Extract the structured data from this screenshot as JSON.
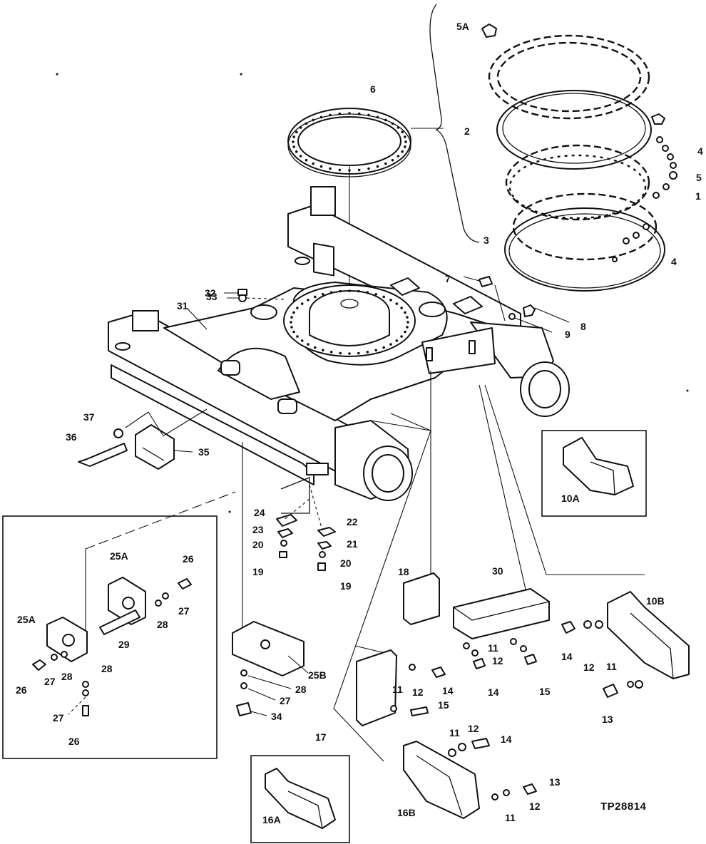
{
  "figure_ref": "TP28814",
  "callouts": [
    {
      "key": "c5A",
      "label": "5A"
    },
    {
      "key": "c6",
      "label": "6"
    },
    {
      "key": "c2",
      "label": "2"
    },
    {
      "key": "c4a",
      "label": "4"
    },
    {
      "key": "c5",
      "label": "5"
    },
    {
      "key": "c1",
      "label": "1"
    },
    {
      "key": "c4b",
      "label": "4"
    },
    {
      "key": "c3",
      "label": "3"
    },
    {
      "key": "c7",
      "label": "7"
    },
    {
      "key": "c33",
      "label": "33"
    },
    {
      "key": "c32",
      "label": "32"
    },
    {
      "key": "c31",
      "label": "31"
    },
    {
      "key": "c8",
      "label": "8"
    },
    {
      "key": "c9",
      "label": "9"
    },
    {
      "key": "c37",
      "label": "37"
    },
    {
      "key": "c36",
      "label": "36"
    },
    {
      "key": "c35",
      "label": "35"
    },
    {
      "key": "c10A",
      "label": "10A"
    },
    {
      "key": "c24",
      "label": "24"
    },
    {
      "key": "c22",
      "label": "22"
    },
    {
      "key": "c23",
      "label": "23"
    },
    {
      "key": "c21",
      "label": "21"
    },
    {
      "key": "c20a",
      "label": "20"
    },
    {
      "key": "c20b",
      "label": "20"
    },
    {
      "key": "c19a",
      "label": "19"
    },
    {
      "key": "c19b",
      "label": "19"
    },
    {
      "key": "c25Aa",
      "label": "25A"
    },
    {
      "key": "c26a",
      "label": "26"
    },
    {
      "key": "c27a",
      "label": "27"
    },
    {
      "key": "c28a",
      "label": "28"
    },
    {
      "key": "c25Ab",
      "label": "25A"
    },
    {
      "key": "c29",
      "label": "29"
    },
    {
      "key": "c26b",
      "label": "26"
    },
    {
      "key": "c27b",
      "label": "27"
    },
    {
      "key": "c28b",
      "label": "28"
    },
    {
      "key": "c28c",
      "label": "28"
    },
    {
      "key": "c27c",
      "label": "27"
    },
    {
      "key": "c26c",
      "label": "26"
    },
    {
      "key": "c25B",
      "label": "25B"
    },
    {
      "key": "c28d",
      "label": "28"
    },
    {
      "key": "c27d",
      "label": "27"
    },
    {
      "key": "c34",
      "label": "34"
    },
    {
      "key": "c18",
      "label": "18"
    },
    {
      "key": "c30",
      "label": "30"
    },
    {
      "key": "c10B",
      "label": "10B"
    },
    {
      "key": "c11a",
      "label": "11"
    },
    {
      "key": "c12a",
      "label": "12"
    },
    {
      "key": "c14a",
      "label": "14"
    },
    {
      "key": "c15a",
      "label": "15"
    },
    {
      "key": "c14b",
      "label": "14"
    },
    {
      "key": "c12b",
      "label": "12"
    },
    {
      "key": "c11b",
      "label": "11"
    },
    {
      "key": "c13a",
      "label": "13"
    },
    {
      "key": "c11c",
      "label": "11"
    },
    {
      "key": "c12c",
      "label": "12"
    },
    {
      "key": "c14c",
      "label": "14"
    },
    {
      "key": "c15b",
      "label": "15"
    },
    {
      "key": "c17",
      "label": "17"
    },
    {
      "key": "c11d",
      "label": "11"
    },
    {
      "key": "c12d",
      "label": "12"
    },
    {
      "key": "c14d",
      "label": "14"
    },
    {
      "key": "c16B",
      "label": "16B"
    },
    {
      "key": "c13b",
      "label": "13"
    },
    {
      "key": "c12e",
      "label": "12"
    },
    {
      "key": "c11e",
      "label": "11"
    },
    {
      "key": "c16A",
      "label": "16A"
    }
  ]
}
